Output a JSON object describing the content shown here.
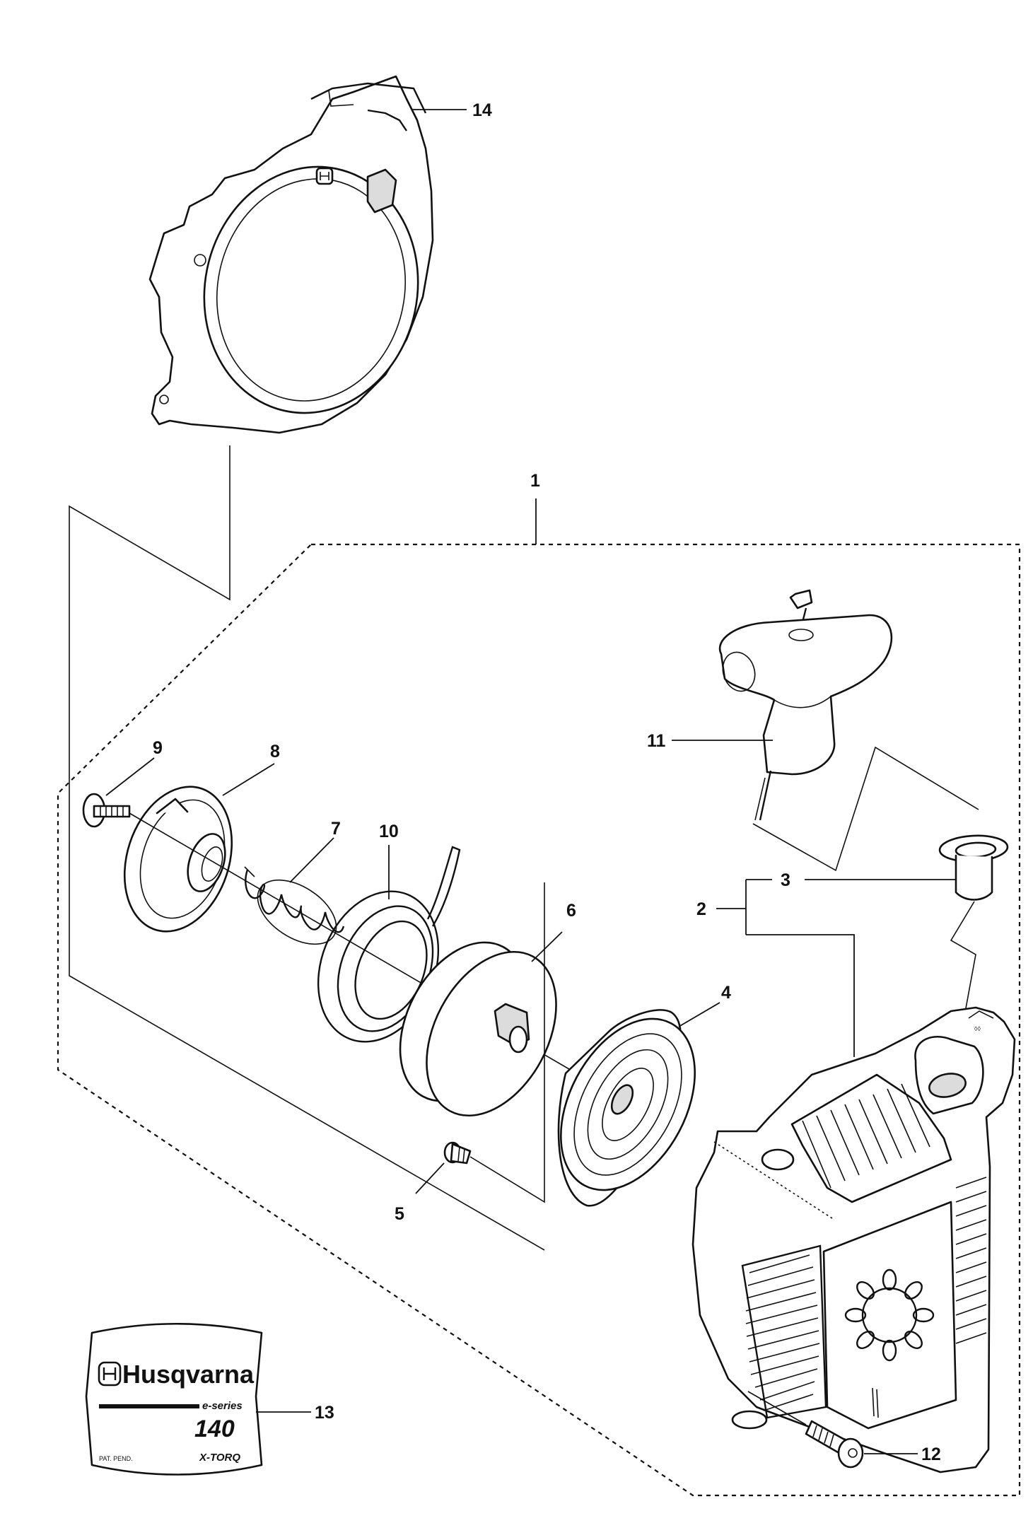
{
  "callouts": {
    "c1": "1",
    "c2": "2",
    "c3": "3",
    "c4": "4",
    "c5": "5",
    "c6": "6",
    "c7": "7",
    "c8": "8",
    "c9": "9",
    "c10": "10",
    "c11": "11",
    "c12": "12",
    "c13": "13",
    "c14": "14"
  },
  "decal": {
    "brand": "Husqvarna",
    "series": "e-series",
    "model": "140",
    "technology": "X-TORQ",
    "patent": "PAT. PEND."
  },
  "icons": [
    "husqvarna-logo-icon"
  ]
}
